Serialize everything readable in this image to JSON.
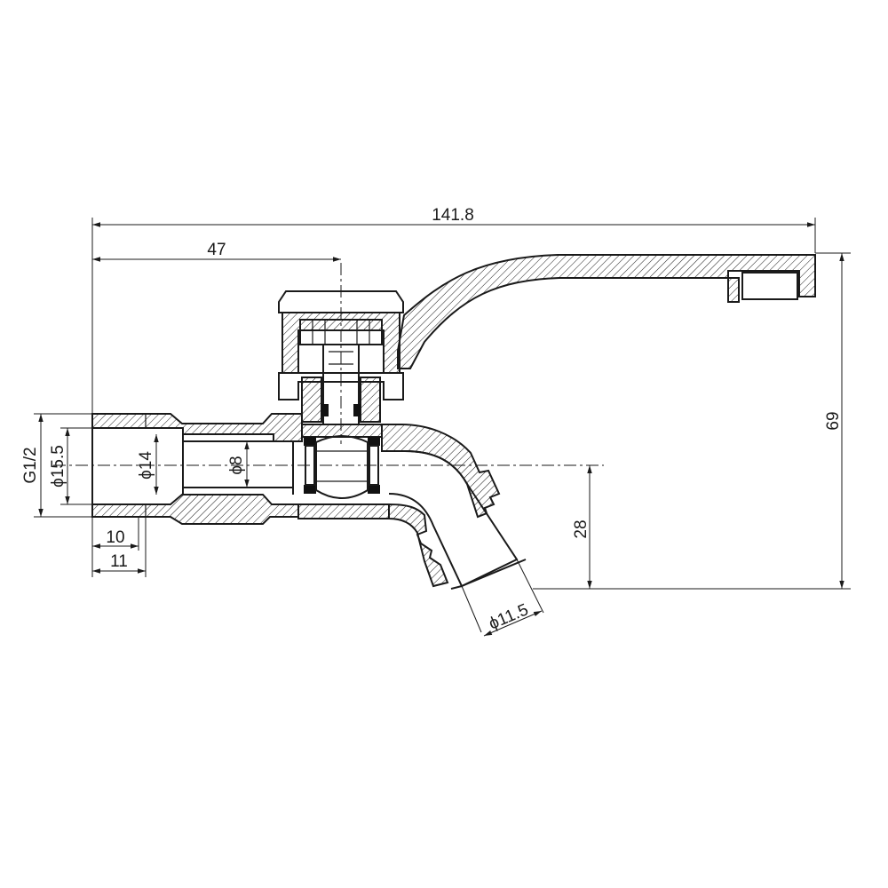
{
  "drawing": {
    "dimensions": {
      "overall_length": "141.8",
      "handle_axis_offset": "47",
      "overall_height": "69",
      "thread": "G1/2",
      "thread_diameter": "ϕ15.5",
      "bore_inlet": "ϕ14",
      "bore_valve": "ϕ8",
      "thread_length_inner": "10",
      "thread_length_outer": "11",
      "spout_drop": "28",
      "spout_outlet": "ϕ11.5"
    }
  }
}
